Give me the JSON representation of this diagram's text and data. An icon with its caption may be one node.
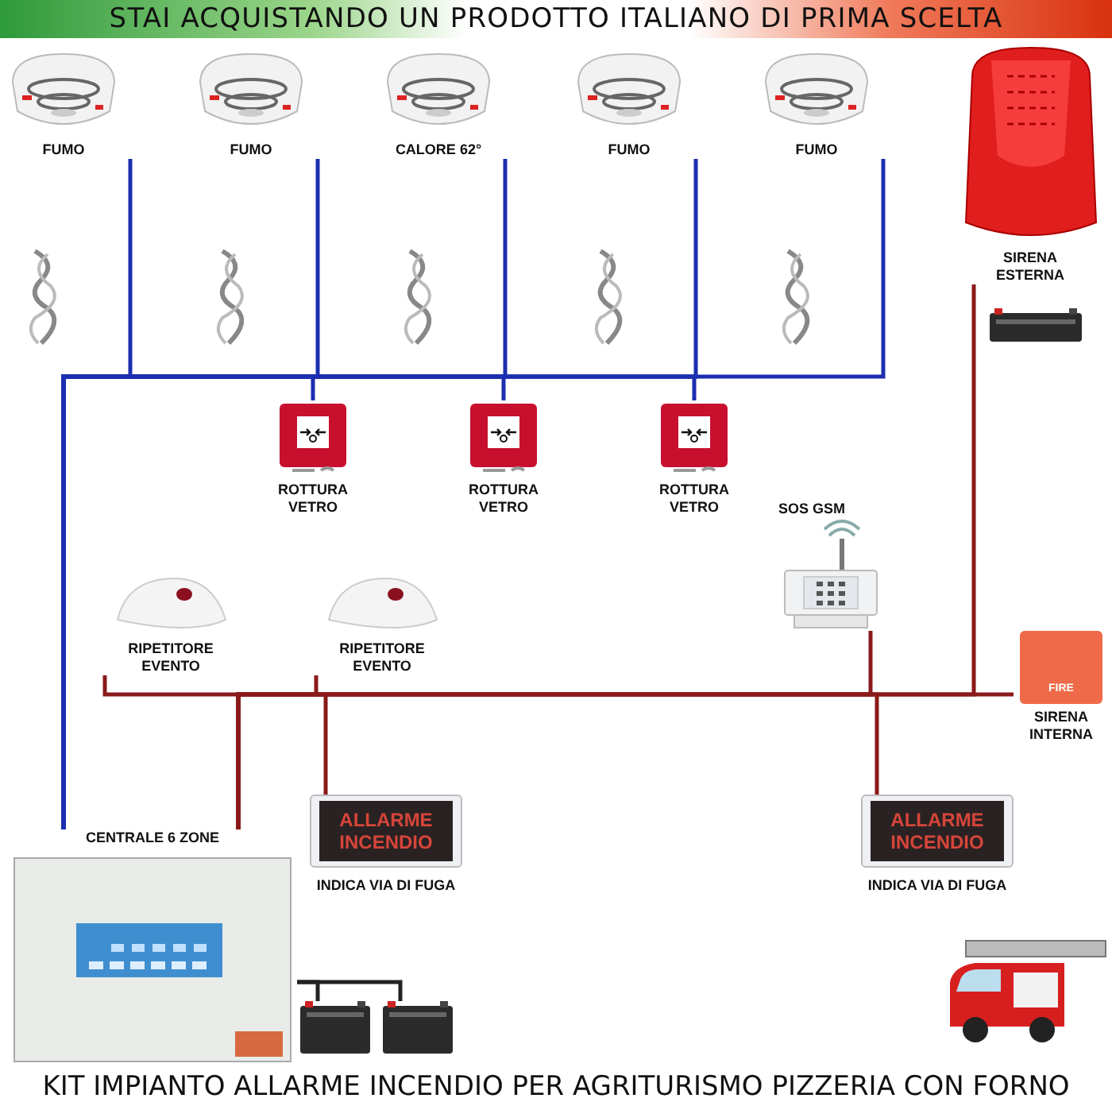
{
  "diagram": {
    "title": "STAI ACQUISTANDO UN PRODOTTO ITALIANO DI PRIMA SCELTA",
    "caption": "KIT IMPIANTO ALLARME INCENDIO PER AGRITURISMO PIZZERIA CON FORNO",
    "nodes": [
      {
        "text": [
          "FUMO"
        ]
      },
      {
        "text": [
          "FUMO"
        ]
      },
      {
        "text": [
          "CALORE 62°"
        ]
      },
      {
        "text": [
          "FUMO"
        ]
      },
      {
        "text": [
          "FUMO"
        ]
      },
      {
        "text": [
          "SIRENA ESTERNA"
        ]
      },
      {
        "text": [],
        "shape": "picture"
      },
      {
        "text": [
          "ROTTURA VETRO"
        ]
      },
      {
        "text": [
          "ROTTURA VETRO"
        ]
      },
      {
        "text": [
          "ROTTURA VETRO"
        ]
      },
      {
        "text": [
          "SOS GSM"
        ]
      },
      {
        "text": [
          "RIPETITORE EVENTO"
        ]
      },
      {
        "text": [
          "RIPETITORE EVENTO"
        ]
      },
      {
        "text": [
          "FIRE",
          "SIRENA INTERNA"
        ]
      },
      {
        "text": [
          "CENTRALE 6 ZONE"
        ]
      },
      {
        "text": [
          "ALLARME INCENDIO",
          "INDICA VIA DI FUGA"
        ]
      },
      {
        "text": [
          "ALLARME INCENDIO",
          "INDICA VIA DI FUGA"
        ]
      },
      {
        "text": [],
        "shape": "picture"
      },
      {
        "text": [],
        "shape": "picture"
      },
      {
        "text": [],
        "shape": "picture"
      }
    ],
    "edges": [
      {
        "from": 14,
        "to": 0,
        "arrow": "none"
      },
      {
        "from": 14,
        "to": 1,
        "arrow": "none"
      },
      {
        "from": 14,
        "to": 2,
        "arrow": "none"
      },
      {
        "from": 14,
        "to": 3,
        "arrow": "none"
      },
      {
        "from": 14,
        "to": 4,
        "arrow": "none"
      },
      {
        "from": 14,
        "to": 7,
        "arrow": "none"
      },
      {
        "from": 14,
        "to": 8,
        "arrow": "none"
      },
      {
        "from": 14,
        "to": 9,
        "arrow": "none"
      },
      {
        "from": 14,
        "to": 11,
        "arrow": "none",
        "color": "#8b1a1a"
      },
      {
        "from": 14,
        "to": 12,
        "arrow": "none",
        "color": "#8b1a1a"
      },
      {
        "from": 14,
        "to": 15,
        "arrow": "none",
        "color": "#8b1a1a"
      },
      {
        "from": 14,
        "to": 10,
        "arrow": "none",
        "color": "#8b1a1a"
      },
      {
        "from": 14,
        "to": 16,
        "arrow": "none",
        "color": "#8b1a1a"
      },
      {
        "from": 14,
        "to": 5,
        "arrow": "none",
        "color": "#8b1a1a"
      },
      {
        "from": 14,
        "to": 13,
        "arrow": "none",
        "color": "#8b1a1a"
      },
      {
        "from": 14,
        "to": 17,
        "arrow": "none",
        "color": "#222222"
      },
      {
        "from": 14,
        "to": 18,
        "arrow": "none",
        "color": "#222222"
      }
    ]
  }
}
